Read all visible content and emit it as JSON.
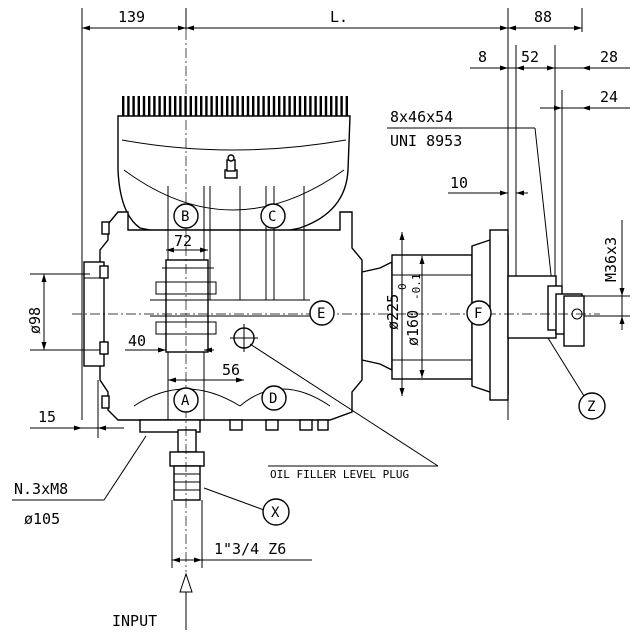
{
  "dimensions": {
    "d139": "139",
    "dL": "L.",
    "d88": "88",
    "d8": "8",
    "d52": "52",
    "d28": "28",
    "d24": "24",
    "d10": "10",
    "d72": "72",
    "d40": "40",
    "d56": "56",
    "d15": "15",
    "d98": "ø98",
    "d225": "ø225",
    "d160": "ø160",
    "d160_tol_upper": "0",
    "d160_tol_lower": "-0.1",
    "thread_m36": "M36x3",
    "key_spec": "8x46x54",
    "key_std": "UNI 8953",
    "bolts": "N.3xM8",
    "bolt_circle": "ø105",
    "inlet_thread": "1\"3/4 Z6"
  },
  "bubbles": [
    "B",
    "C",
    "E",
    "F",
    "A",
    "D",
    "X",
    "Z"
  ],
  "notes": {
    "oil_plug": "OIL FILLER LEVEL PLUG",
    "input": "INPUT"
  }
}
